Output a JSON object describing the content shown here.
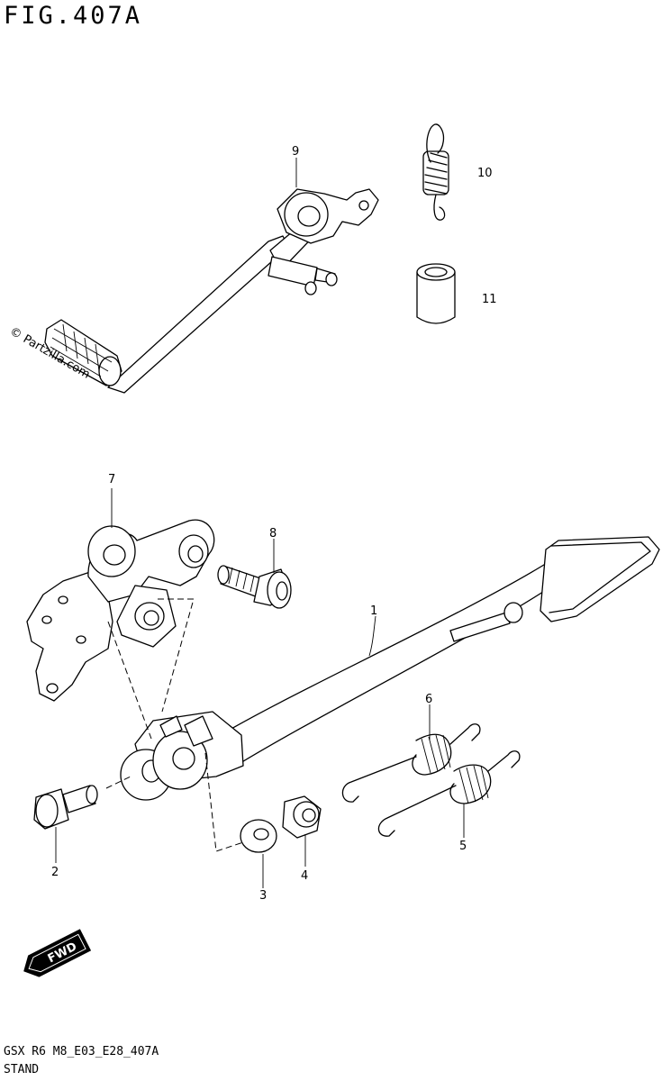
{
  "figure": {
    "title": "FIG.407A",
    "watermark": "© Partzilla.com",
    "footer_code": "GSX  R6 M8_E03_E28_407A",
    "footer_name": "STAND",
    "fwd_label": "FWD"
  },
  "callouts": [
    {
      "id": "callout-1",
      "label": "1"
    },
    {
      "id": "callout-2",
      "label": "2"
    },
    {
      "id": "callout-3",
      "label": "3"
    },
    {
      "id": "callout-4",
      "label": "4"
    },
    {
      "id": "callout-5",
      "label": "5"
    },
    {
      "id": "callout-6",
      "label": "6"
    },
    {
      "id": "callout-7",
      "label": "7"
    },
    {
      "id": "callout-8",
      "label": "8"
    },
    {
      "id": "callout-9",
      "label": "9"
    },
    {
      "id": "callout-10",
      "label": "10"
    },
    {
      "id": "callout-11",
      "label": "11"
    }
  ]
}
